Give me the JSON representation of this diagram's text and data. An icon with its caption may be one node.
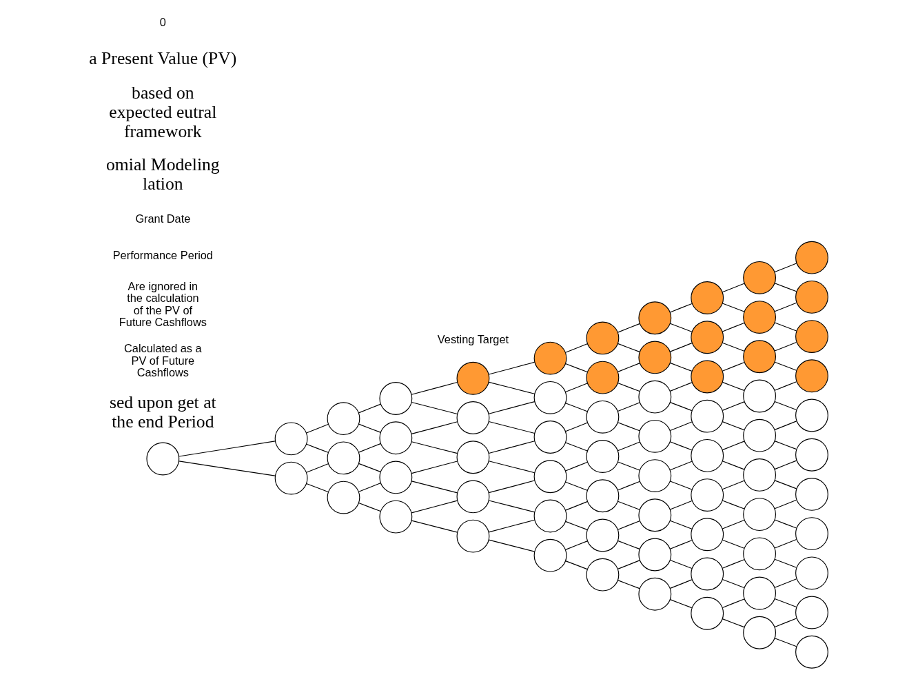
{
  "diagram": {
    "nodes": [
      {
        "text": [],
        "shape": "circle"
      },
      {
        "text": [],
        "shape": "circle"
      },
      {
        "text": [],
        "shape": "circle"
      },
      {
        "text": [],
        "shape": "circle"
      },
      {
        "text": [],
        "shape": "circle"
      },
      {
        "text": [],
        "shape": "circle"
      },
      {
        "text": [],
        "shape": "circle"
      },
      {
        "text": [],
        "shape": "circle"
      },
      {
        "text": [],
        "shape": "circle"
      },
      {
        "text": [],
        "shape": "circle"
      },
      {
        "text": [],
        "shape": "circle"
      },
      {
        "text": [],
        "shape": "circle"
      },
      {
        "text": [],
        "shape": "circle"
      },
      {
        "text": [],
        "shape": "circle"
      },
      {
        "text": [],
        "shape": "circle"
      },
      {
        "text": [],
        "shape": "circle"
      },
      {
        "text": [],
        "shape": "circle"
      },
      {
        "text": [],
        "shape": "circle"
      },
      {
        "text": [],
        "shape": "circle"
      },
      {
        "text": [],
        "shape": "circle"
      },
      {
        "text": [],
        "shape": "circle"
      },
      {
        "text": [],
        "shape": "circle"
      },
      {
        "text": [],
        "shape": "circle"
      },
      {
        "text": [],
        "shape": "circle"
      },
      {
        "text": [],
        "shape": "circle"
      },
      {
        "text": [],
        "shape": "circle"
      },
      {
        "text": [],
        "shape": "circle"
      },
      {
        "text": [],
        "shape": "circle"
      },
      {
        "text": [],
        "shape": "circle"
      },
      {
        "text": [],
        "shape": "circle"
      },
      {
        "text": [],
        "shape": "circle"
      },
      {
        "text": [],
        "shape": "circle"
      },
      {
        "text": [],
        "shape": "circle"
      },
      {
        "text": [],
        "shape": "circle"
      },
      {
        "text": [],
        "shape": "circle"
      },
      {
        "text": [],
        "shape": "circle"
      },
      {
        "text": [],
        "shape": "circle"
      },
      {
        "text": [],
        "shape": "circle"
      },
      {
        "text": [],
        "shape": "circle"
      },
      {
        "text": [],
        "shape": "circle"
      },
      {
        "text": [],
        "shape": "circle"
      },
      {
        "text": [],
        "shape": "circle"
      },
      {
        "text": [],
        "shape": "circle"
      },
      {
        "text": [],
        "shape": "circle"
      },
      {
        "text": [],
        "shape": "circle"
      },
      {
        "text": [],
        "shape": "circle"
      },
      {
        "text": [],
        "shape": "circle"
      },
      {
        "text": [],
        "shape": "circle"
      },
      {
        "text": [],
        "shape": "circle"
      },
      {
        "text": [],
        "shape": "circle"
      },
      {
        "text": [],
        "shape": "circle"
      },
      {
        "text": [],
        "shape": "circle"
      },
      {
        "text": [],
        "shape": "circle"
      },
      {
        "text": [],
        "shape": "circle"
      },
      {
        "text": [],
        "shape": "circle"
      },
      {
        "text": [],
        "shape": "circle"
      },
      {
        "text": [],
        "shape": "circle"
      },
      {
        "text": [],
        "shape": "circle"
      },
      {
        "text": [],
        "shape": "circle"
      },
      {
        "text": [],
        "shape": "circle"
      },
      {
        "text": [],
        "shape": "circle"
      },
      {
        "text": [],
        "shape": "circle"
      },
      {
        "text": [],
        "shape": "circle"
      },
      {
        "text": [],
        "shape": "circle"
      },
      {
        "text": [],
        "shape": "circle"
      },
      {
        "text": [],
        "shape": "circle"
      }
    ],
    "edges": [
      {
        "from": 0,
        "to": 1,
        "arrow": "none"
      },
      {
        "from": 0,
        "to": 2,
        "arrow": "none"
      },
      {
        "from": 1,
        "to": 3,
        "arrow": "none"
      },
      {
        "from": 1,
        "to": 4,
        "arrow": "none"
      },
      {
        "from": 2,
        "to": 4,
        "arrow": "none"
      },
      {
        "from": 2,
        "to": 5,
        "arrow": "none"
      },
      {
        "from": 3,
        "to": 6,
        "arrow": "none"
      },
      {
        "from": 3,
        "to": 7,
        "arrow": "none"
      },
      {
        "from": 4,
        "to": 7,
        "arrow": "none"
      },
      {
        "from": 4,
        "to": 8,
        "arrow": "none"
      },
      {
        "from": 5,
        "to": 8,
        "arrow": "none"
      },
      {
        "from": 5,
        "to": 9,
        "arrow": "none"
      },
      {
        "from": 6,
        "to": 10,
        "arrow": "none"
      },
      {
        "from": 6,
        "to": 11,
        "arrow": "none"
      },
      {
        "from": 7,
        "to": 11,
        "arrow": "none"
      },
      {
        "from": 7,
        "to": 12,
        "arrow": "none"
      },
      {
        "from": 8,
        "to": 12,
        "arrow": "none"
      },
      {
        "from": 8,
        "to": 13,
        "arrow": "none"
      },
      {
        "from": 9,
        "to": 13,
        "arrow": "none"
      },
      {
        "from": 9,
        "to": 14,
        "arrow": "none"
      },
      {
        "from": 10,
        "to": 15,
        "arrow": "none"
      },
      {
        "from": 10,
        "to": 16,
        "arrow": "none"
      },
      {
        "from": 11,
        "to": 16,
        "arrow": "none"
      },
      {
        "from": 11,
        "to": 17,
        "arrow": "none"
      },
      {
        "from": 12,
        "to": 17,
        "arrow": "none"
      },
      {
        "from": 12,
        "to": 18,
        "arrow": "none"
      },
      {
        "from": 13,
        "to": 18,
        "arrow": "none"
      },
      {
        "from": 13,
        "to": 19,
        "arrow": "none"
      },
      {
        "from": 14,
        "to": 19,
        "arrow": "none"
      },
      {
        "from": 14,
        "to": 20,
        "arrow": "none"
      },
      {
        "from": 15,
        "to": 21,
        "arrow": "none"
      },
      {
        "from": 15,
        "to": 22,
        "arrow": "none"
      },
      {
        "from": 16,
        "to": 22,
        "arrow": "none"
      },
      {
        "from": 16,
        "to": 23,
        "arrow": "none"
      },
      {
        "from": 17,
        "to": 23,
        "arrow": "none"
      },
      {
        "from": 17,
        "to": 24,
        "arrow": "none"
      },
      {
        "from": 18,
        "to": 24,
        "arrow": "none"
      },
      {
        "from": 18,
        "to": 25,
        "arrow": "none"
      },
      {
        "from": 19,
        "to": 25,
        "arrow": "none"
      },
      {
        "from": 19,
        "to": 26,
        "arrow": "none"
      },
      {
        "from": 20,
        "to": 26,
        "arrow": "none"
      },
      {
        "from": 20,
        "to": 27,
        "arrow": "none"
      },
      {
        "from": 21,
        "to": 28,
        "arrow": "none"
      },
      {
        "from": 21,
        "to": 29,
        "arrow": "none"
      },
      {
        "from": 22,
        "to": 29,
        "arrow": "none"
      },
      {
        "from": 22,
        "to": 30,
        "arrow": "none"
      },
      {
        "from": 23,
        "to": 30,
        "arrow": "none"
      },
      {
        "from": 23,
        "to": 31,
        "arrow": "none"
      },
      {
        "from": 24,
        "to": 31,
        "arrow": "none"
      },
      {
        "from": 24,
        "to": 32,
        "arrow": "none"
      },
      {
        "from": 25,
        "to": 32,
        "arrow": "none"
      },
      {
        "from": 25,
        "to": 33,
        "arrow": "none"
      },
      {
        "from": 26,
        "to": 33,
        "arrow": "none"
      },
      {
        "from": 26,
        "to": 34,
        "arrow": "none"
      },
      {
        "from": 27,
        "to": 34,
        "arrow": "none"
      },
      {
        "from": 27,
        "to": 35,
        "arrow": "none"
      },
      {
        "from": 28,
        "to": 36,
        "arrow": "none"
      },
      {
        "from": 28,
        "to": 37,
        "arrow": "none"
      },
      {
        "from": 29,
        "to": 37,
        "arrow": "none"
      },
      {
        "from": 29,
        "to": 38,
        "arrow": "none"
      },
      {
        "from": 30,
        "to": 38,
        "arrow": "none"
      },
      {
        "from": 30,
        "to": 39,
        "arrow": "none"
      },
      {
        "from": 31,
        "to": 39,
        "arrow": "none"
      },
      {
        "from": 31,
        "to": 40,
        "arrow": "none"
      },
      {
        "from": 32,
        "to": 40,
        "arrow": "none"
      },
      {
        "from": 32,
        "to": 41,
        "arrow": "none"
      },
      {
        "from": 33,
        "to": 41,
        "arrow": "none"
      },
      {
        "from": 33,
        "to": 42,
        "arrow": "none"
      },
      {
        "from": 34,
        "to": 42,
        "arrow": "none"
      },
      {
        "from": 34,
        "to": 43,
        "arrow": "none"
      },
      {
        "from": 35,
        "to": 43,
        "arrow": "none"
      },
      {
        "from": 35,
        "to": 44,
        "arrow": "none"
      },
      {
        "from": 36,
        "to": 45,
        "arrow": "none"
      },
      {
        "from": 36,
        "to": 46,
        "arrow": "none"
      },
      {
        "from": 37,
        "to": 46,
        "arrow": "none"
      },
      {
        "from": 37,
        "to": 47,
        "arrow": "none"
      },
      {
        "from": 38,
        "to": 47,
        "arrow": "none"
      },
      {
        "from": 38,
        "to": 48,
        "arrow": "none"
      },
      {
        "from": 39,
        "to": 48,
        "arrow": "none"
      },
      {
        "from": 39,
        "to": 49,
        "arrow": "none"
      },
      {
        "from": 40,
        "to": 49,
        "arrow": "none"
      },
      {
        "from": 40,
        "to": 50,
        "arrow": "none"
      },
      {
        "from": 41,
        "to": 50,
        "arrow": "none"
      },
      {
        "from": 41,
        "to": 51,
        "arrow": "none"
      },
      {
        "from": 42,
        "to": 51,
        "arrow": "none"
      },
      {
        "from": 42,
        "to": 52,
        "arrow": "none"
      },
      {
        "from": 43,
        "to": 52,
        "arrow": "none"
      },
      {
        "from": 43,
        "to": 53,
        "arrow": "none"
      },
      {
        "from": 44,
        "to": 53,
        "arrow": "none"
      },
      {
        "from": 44,
        "to": 54,
        "arrow": "none"
      },
      {
        "from": 45,
        "to": 55,
        "arrow": "none"
      },
      {
        "from": 45,
        "to": 56,
        "arrow": "none"
      },
      {
        "from": 46,
        "to": 56,
        "arrow": "none"
      },
      {
        "from": 46,
        "to": 57,
        "arrow": "none"
      },
      {
        "from": 47,
        "to": 57,
        "arrow": "none"
      },
      {
        "from": 47,
        "to": 58,
        "arrow": "none"
      },
      {
        "from": 48,
        "to": 58,
        "arrow": "none"
      },
      {
        "from": 48,
        "to": 59,
        "arrow": "none"
      },
      {
        "from": 49,
        "to": 59,
        "arrow": "none"
      },
      {
        "from": 49,
        "to": 60,
        "arrow": "none"
      },
      {
        "from": 50,
        "to": 60,
        "arrow": "none"
      },
      {
        "from": 50,
        "to": 61,
        "arrow": "none"
      },
      {
        "from": 51,
        "to": 61,
        "arrow": "none"
      },
      {
        "from": 51,
        "to": 62,
        "arrow": "none"
      },
      {
        "from": 52,
        "to": 62,
        "arrow": "none"
      },
      {
        "from": 52,
        "to": 63,
        "arrow": "none"
      },
      {
        "from": 53,
        "to": 63,
        "arrow": "none"
      },
      {
        "from": 53,
        "to": 64,
        "arrow": "none"
      },
      {
        "from": 54,
        "to": 64,
        "arrow": "none"
      },
      {
        "from": 54,
        "to": 65,
        "arrow": "none"
      }
    ],
    "labels": [
      "sed upon get at the end Period",
      "Calculated as a PV of Future Cashflows",
      "Vesting Target",
      "Are ignored in the calculation of the PV of Future Cashflows",
      "Performance Period",
      "Grant Date",
      "omial Modeling lation",
      "based on expected eutral framework",
      "a Present Value (PV)",
      "0"
    ]
  }
}
